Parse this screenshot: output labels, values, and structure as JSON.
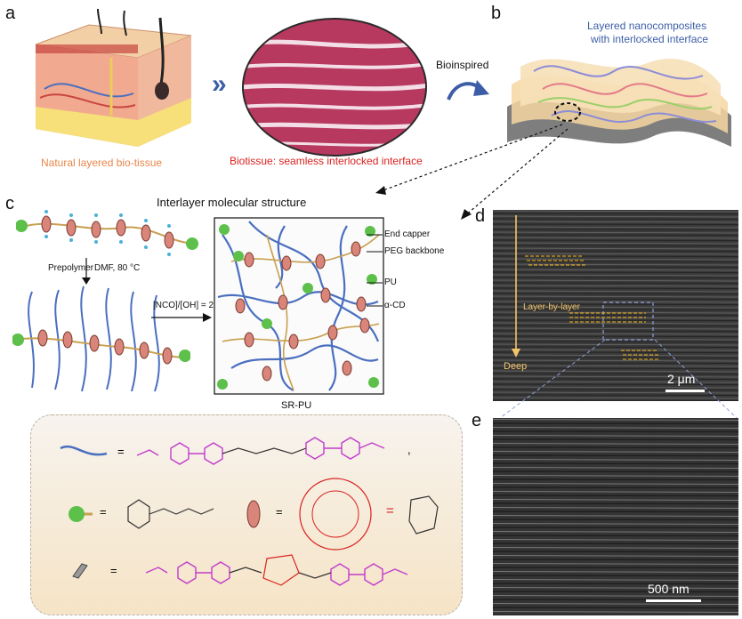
{
  "panels": {
    "a": "a",
    "b": "b",
    "c": "c",
    "d": "d",
    "e": "e"
  },
  "captions": {
    "natural_tissue": "Natural layered bio-tissue",
    "biotissue": "Biotissue: seamless interlocked interface",
    "bioinspired": "Bioinspired",
    "layered_title_1": "Layered nanocomposites",
    "layered_title_2": "with interlocked interface",
    "interlayer_title": "Interlayer molecular structure",
    "prepolymer": "Prepolymer",
    "dmf": "DMF, 80 °C",
    "ratio": "[NCO]/[OH] = 2",
    "srpu": "SR-PU"
  },
  "legend_labels": {
    "end_capper": "End capper",
    "peg_backbone": "PEG backbone",
    "pu": "PU",
    "acd": "α-CD"
  },
  "sem_d": {
    "layer_label": "Layer-by-layer",
    "deep_label": "Deep",
    "scale": "2 μm"
  },
  "sem_e": {
    "scale": "500 nm"
  },
  "chem": {
    "eq": "=",
    "comma": ","
  },
  "colors": {
    "blue_chain": "#4a6fc0",
    "green_ball": "#5cc04a",
    "ring": "#d9857a",
    "magenta": "#c13ccc",
    "orange": "#e8864a",
    "red": "#d9221f",
    "yellow_guide": "#f4b41a"
  }
}
